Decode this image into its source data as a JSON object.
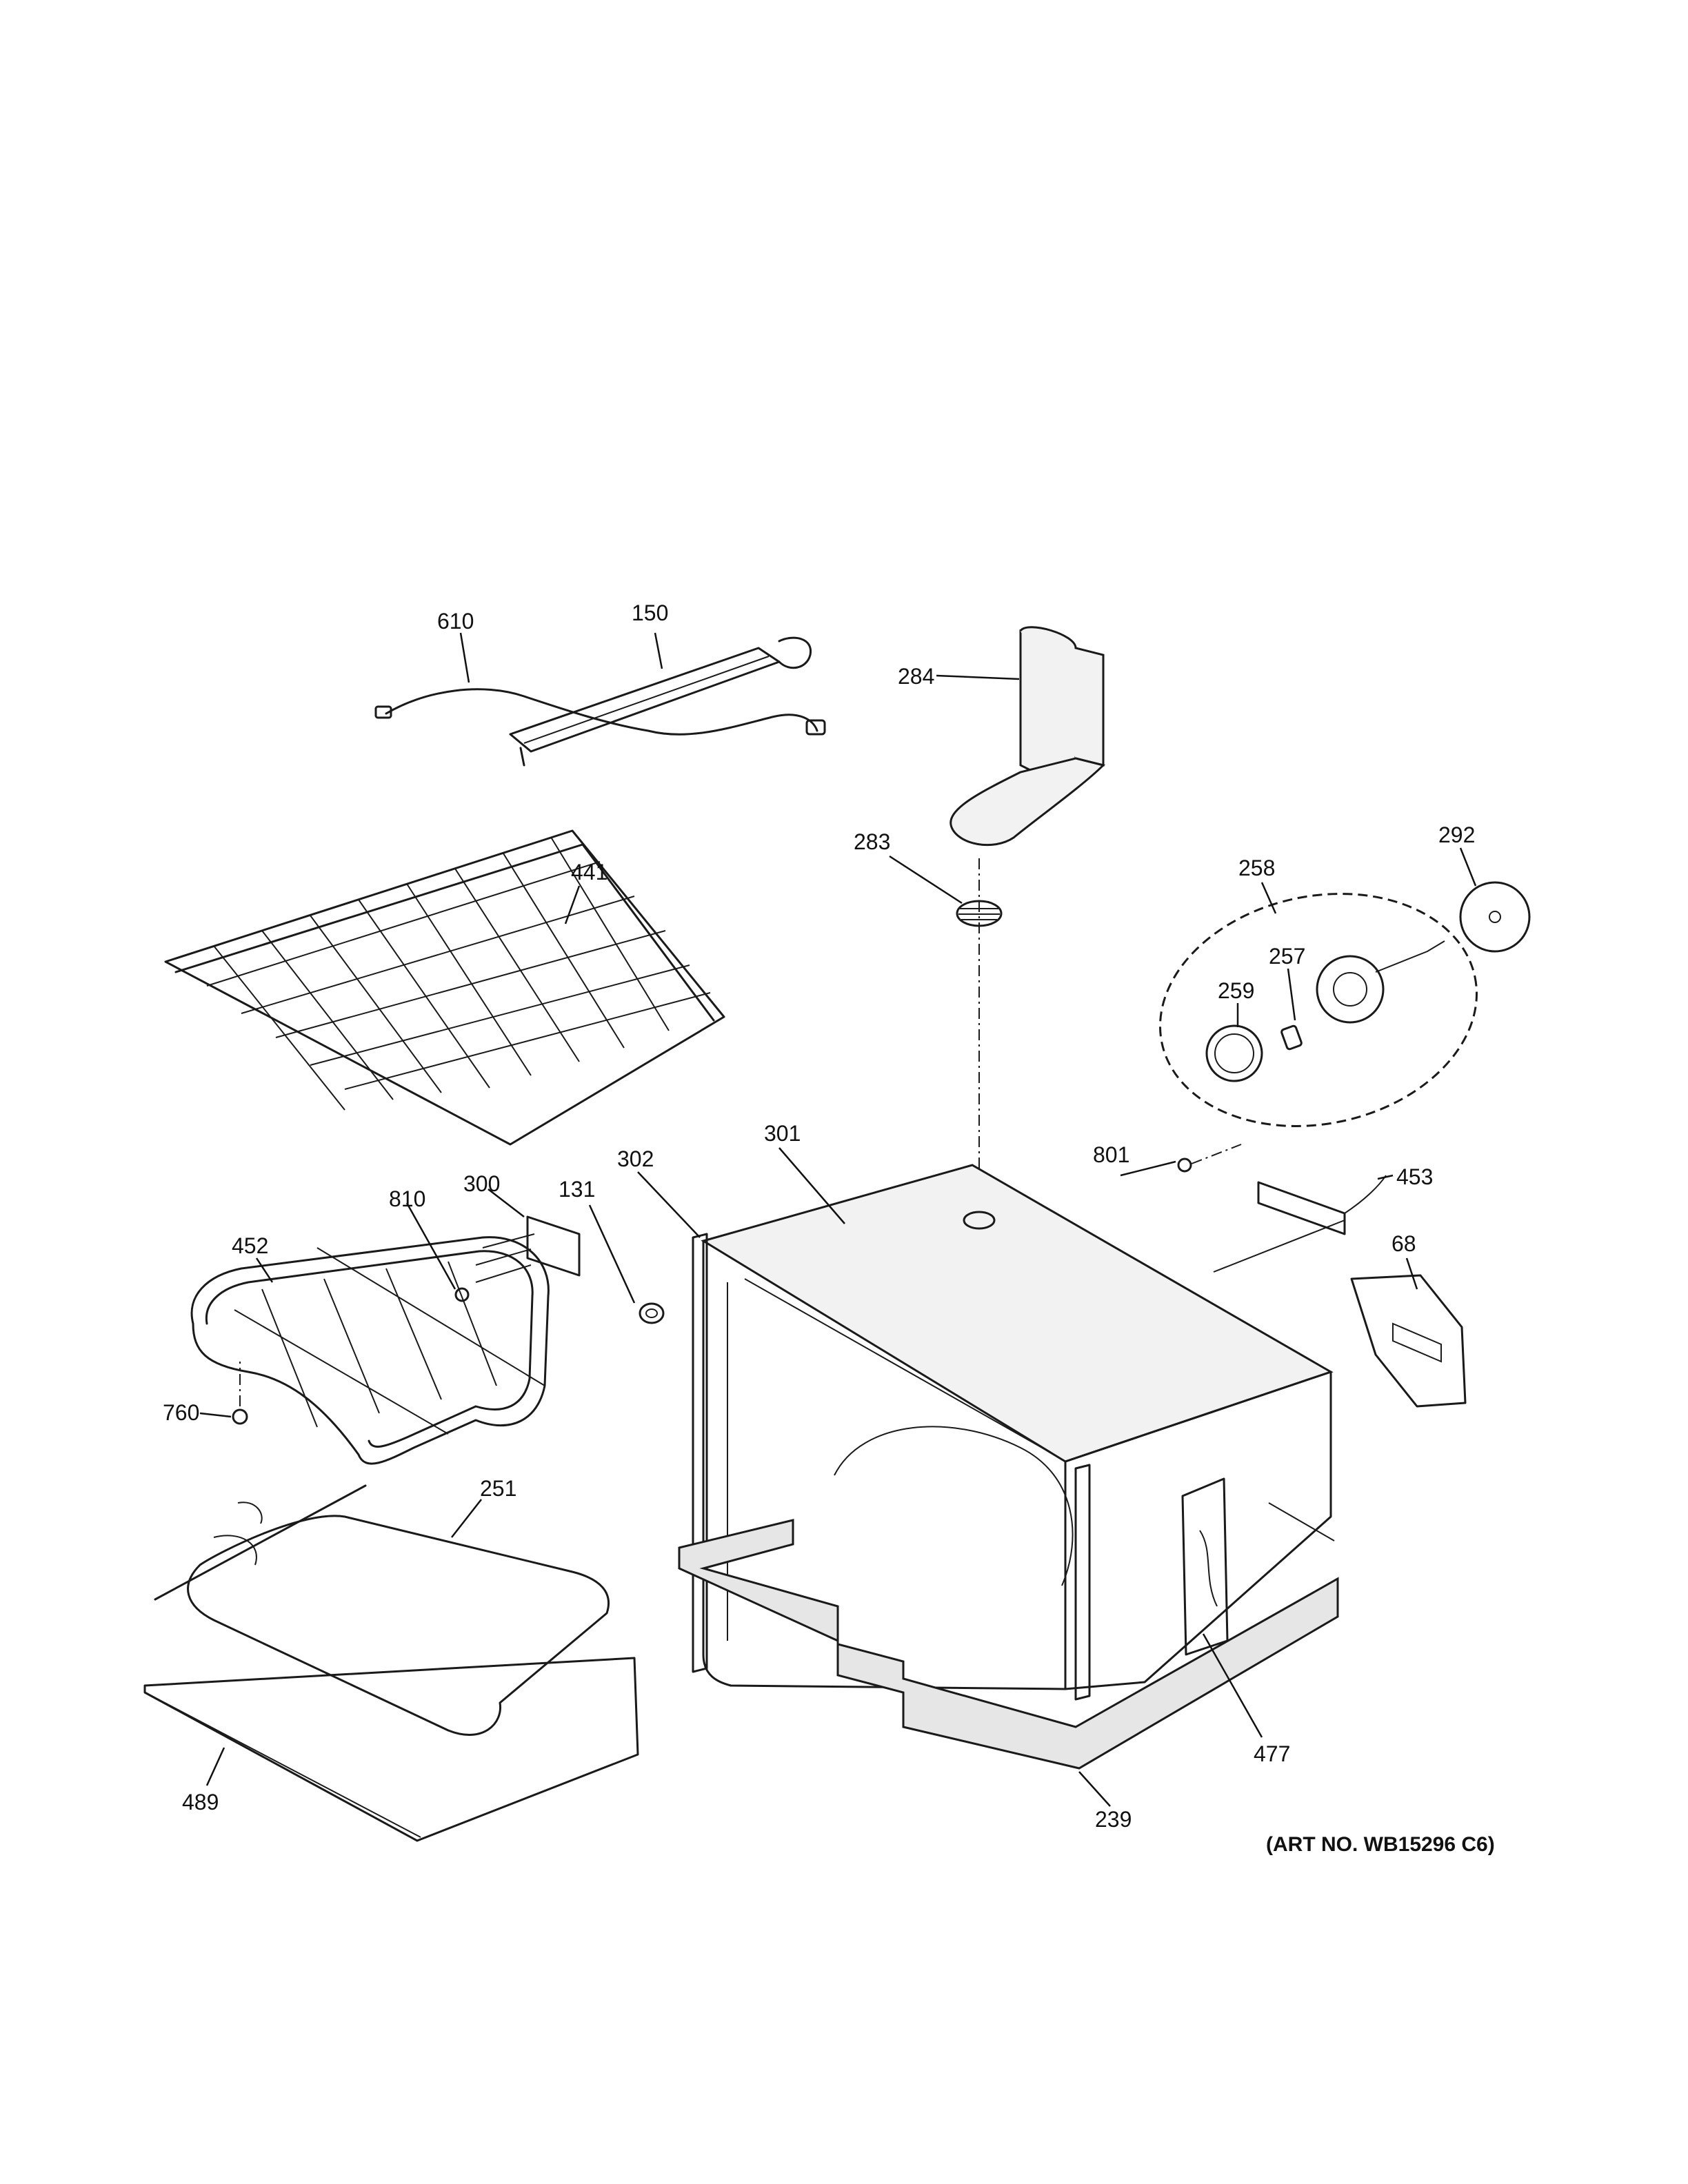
{
  "callouts": [
    {
      "id": "610"
    },
    {
      "id": "150"
    },
    {
      "id": "284"
    },
    {
      "id": "283"
    },
    {
      "id": "292"
    },
    {
      "id": "258"
    },
    {
      "id": "257"
    },
    {
      "id": "259"
    },
    {
      "id": "441"
    },
    {
      "id": "801"
    },
    {
      "id": "301"
    },
    {
      "id": "302"
    },
    {
      "id": "131"
    },
    {
      "id": "300"
    },
    {
      "id": "810"
    },
    {
      "id": "452"
    },
    {
      "id": "453"
    },
    {
      "id": "68"
    },
    {
      "id": "760"
    },
    {
      "id": "251"
    },
    {
      "id": "477"
    },
    {
      "id": "239"
    },
    {
      "id": "489"
    }
  ],
  "art_number": "(ART NO. WB15296 C6)"
}
